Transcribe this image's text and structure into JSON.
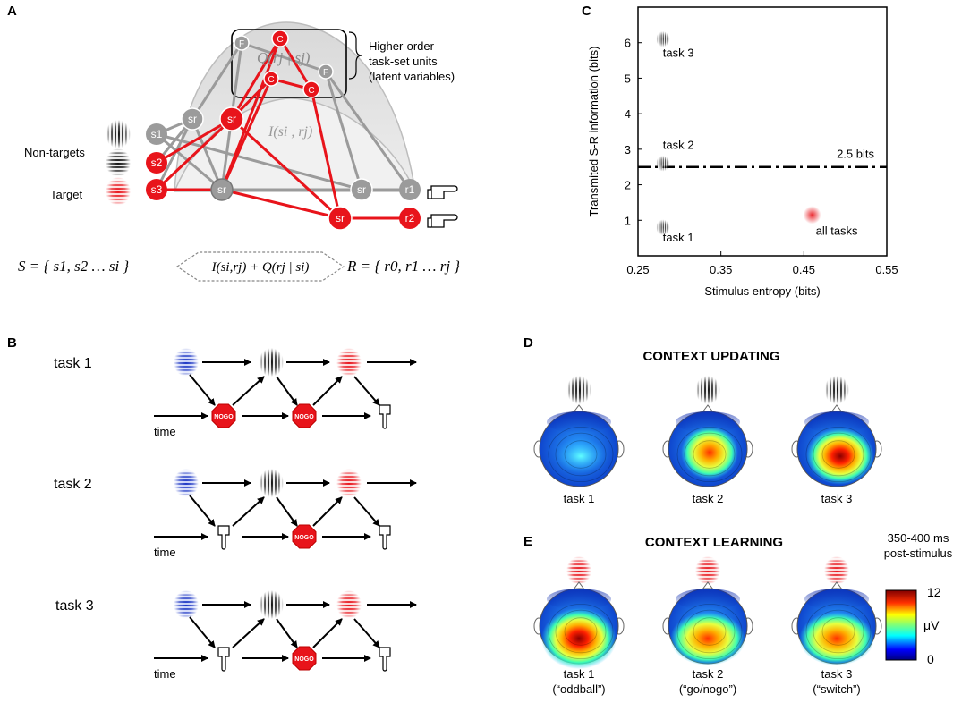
{
  "panels": {
    "A": {
      "label": "A",
      "higher_order_label": [
        "Higher-order",
        "task-set units",
        "(latent variables)"
      ],
      "nontargets_label": "Non-targets",
      "target_label": "Target",
      "Q_term": "Q(rj | sj)",
      "I_term": "I(si , rj)",
      "S_set": "S = { s1, s2 … si }",
      "R_set": "R = { r0, r1 … rj }",
      "arrow_formula": "I(si,rj) + Q(rj | si)",
      "nodes": {
        "c": "C",
        "f": "F",
        "sr": "sr",
        "s1": "s1",
        "s2": "s2",
        "s3": "s3",
        "r1": "r1",
        "r2": "r2"
      }
    },
    "B": {
      "label": "B",
      "tasks": [
        "task 1",
        "task 2",
        "task 3"
      ],
      "time_label": "time",
      "nogo_label": "NOGO"
    },
    "C": {
      "label": "C",
      "threshold_label": "2.5 bits"
    },
    "D": {
      "label": "D",
      "title": "CONTEXT  UPDATING",
      "maps": [
        "task 1",
        "task 2",
        "task 3"
      ]
    },
    "E": {
      "label": "E",
      "title": "CONTEXT  LEARNING",
      "maps": [
        {
          "task": "task 1",
          "sub": "(“oddball”)"
        },
        {
          "task": "task 2",
          "sub": "(“go/nogo”)"
        },
        {
          "task": "task 3",
          "sub": "(“switch”)"
        }
      ],
      "time_window": [
        "350-400 ms",
        "post-stimulus"
      ],
      "colorbar": {
        "max": "12",
        "unit": "μV",
        "min": "0"
      }
    }
  },
  "chart_data": {
    "type": "scatter",
    "xlabel": "Stimulus entropy (bits)",
    "ylabel": "Transmited S-R  information (bits)",
    "xlim": [
      0.25,
      0.55
    ],
    "ylim": [
      0,
      7
    ],
    "xticks": [
      "0.25",
      "0.35",
      "0.45",
      "0.55"
    ],
    "yticks": [
      "1",
      "2",
      "3",
      "4",
      "5",
      "6"
    ],
    "points": [
      {
        "label": "task 3",
        "x": 0.28,
        "y": 6.1
      },
      {
        "label": "task 2",
        "x": 0.28,
        "y": 2.6
      },
      {
        "label": "task 1",
        "x": 0.28,
        "y": 0.8
      },
      {
        "label": "all tasks",
        "x": 0.46,
        "y": 1.15
      }
    ],
    "reference_line": {
      "y": 2.5,
      "style": "dash-dot"
    }
  },
  "colors": {
    "red": "#e8141b",
    "gray": "#9b9b9b",
    "blue": "#1b35c4"
  }
}
